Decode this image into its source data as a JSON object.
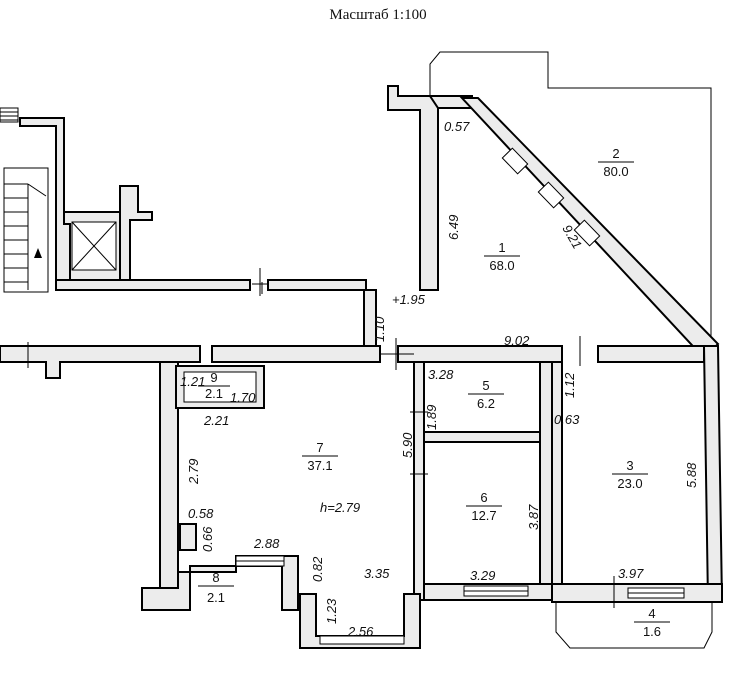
{
  "title": "Масштаб 1:100",
  "rooms": [
    {
      "no": "1",
      "area": "68.0"
    },
    {
      "no": "2",
      "area": "80.0"
    },
    {
      "no": "3",
      "area": "23.0"
    },
    {
      "no": "4",
      "area": "1.6"
    },
    {
      "no": "5",
      "area": "6.2"
    },
    {
      "no": "6",
      "area": "12.7"
    },
    {
      "no": "7",
      "area": "37.1"
    },
    {
      "no": "8",
      "area": "2.1"
    },
    {
      "no": "9",
      "area": "2.1"
    }
  ],
  "dimensions": {
    "d057": "0.57",
    "d649": "6.49",
    "d921": "9.21",
    "d195": "+1.95",
    "d110": "1.10",
    "d902": "9.02",
    "d328": "3.28",
    "d112": "1.12",
    "d189": "1.89",
    "d063": "0.63",
    "d121": "1.21",
    "d170": "1.70",
    "d221": "2.21",
    "d590": "5.90",
    "d588": "5.88",
    "d279a": "2.79",
    "d387": "3.87",
    "h279": "h=2.79",
    "d058": "0.58",
    "d066": "0.66",
    "d288": "2.88",
    "d082": "0.82",
    "d335": "3.35",
    "d329": "3.29",
    "d397": "3.97",
    "d123": "1.23",
    "d256": "2.56"
  }
}
